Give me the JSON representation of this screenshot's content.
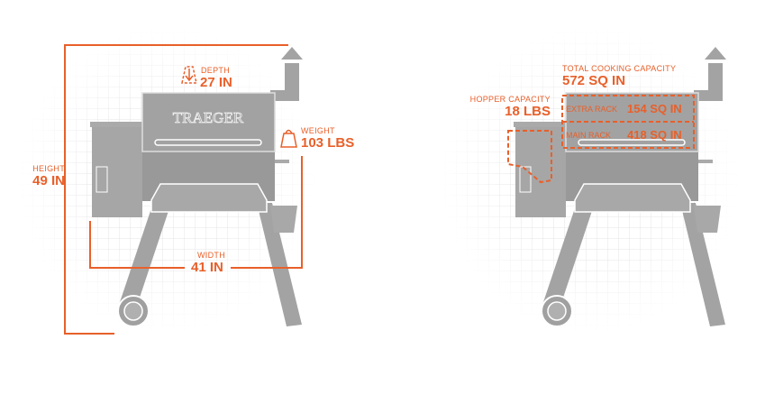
{
  "colors": {
    "accent": "#e8602a",
    "grill": "#9c9c9c",
    "grid": "#e2e2e2"
  },
  "left": {
    "brand": "TRAEGER",
    "depth": {
      "label": "DEPTH",
      "value": "27 IN"
    },
    "weight": {
      "label": "WEIGHT",
      "value": "103 LBS"
    },
    "height": {
      "label": "HEIGHT",
      "value": "49 IN"
    },
    "width": {
      "label": "WIDTH",
      "value": "41 IN"
    }
  },
  "right": {
    "total": {
      "label": "TOTAL COOKING CAPACITY",
      "value": "572 SQ IN"
    },
    "hopper": {
      "label": "HOPPER CAPACITY",
      "value": "18 LBS"
    },
    "extra": {
      "label": "EXTRA RACK",
      "value": "154 SQ IN"
    },
    "main": {
      "label": "MAIN RACK",
      "value": "418 SQ IN"
    }
  }
}
